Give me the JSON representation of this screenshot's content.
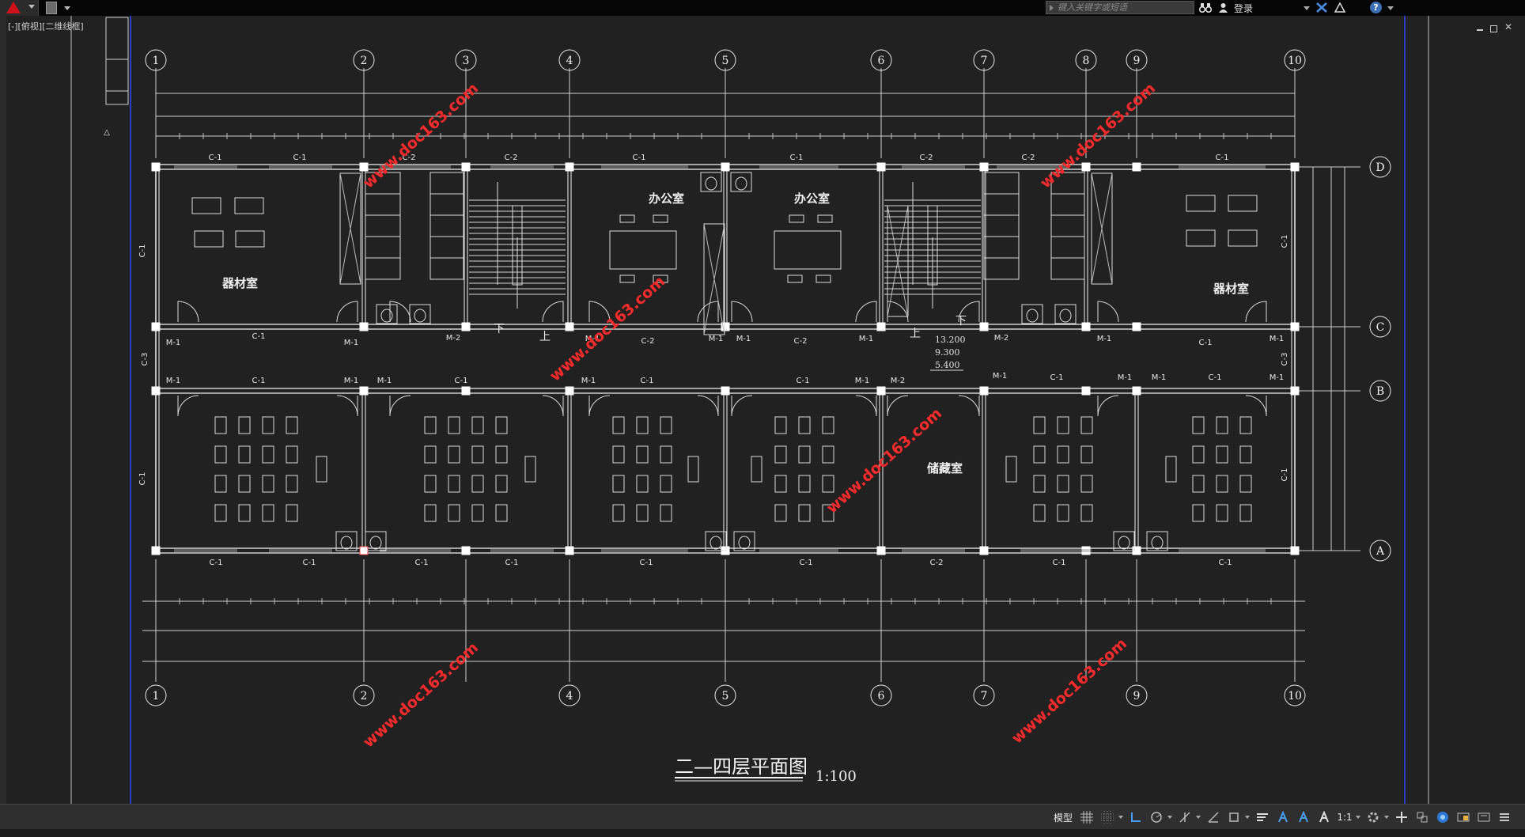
{
  "app": {
    "search_placeholder": "键入关键字或短语",
    "login_label": "登录",
    "help_label": "?",
    "viewport_label": "[-][俯视][二维线框]",
    "accent_color": "#d0111b"
  },
  "drawing": {
    "title": "二—四层平面图",
    "scale": "1:100",
    "axis_cols": [
      "1",
      "2",
      "3",
      "4",
      "5",
      "6",
      "7",
      "8",
      "9",
      "10"
    ],
    "axis_cols_bottom": [
      "1",
      "2",
      "4",
      "5",
      "6",
      "7",
      "9",
      "10"
    ],
    "axis_rows": [
      "D",
      "C",
      "B",
      "A"
    ],
    "rooms": {
      "equip_left": "器材室",
      "equip_right": "器材室",
      "office_1": "办公室",
      "office_2": "办公室",
      "storage": "储藏室"
    },
    "stair": {
      "down": "下",
      "up": "上"
    },
    "elevations": [
      "13.200",
      "9.300",
      "5.400"
    ],
    "watermark": "www.doc163.com",
    "labels": {
      "c1": "C-1",
      "c2": "C-2",
      "c3": "C-3",
      "m1": "M-1",
      "m2": "M-2"
    },
    "window_labels_top": [
      "C-1",
      "C-1",
      "C-2",
      "C-2",
      "C-1",
      "C-1",
      "C-2",
      "C-2",
      "C-1"
    ],
    "window_labels_corr_n": [
      "C-1",
      "C-2",
      "C-2",
      "C-1"
    ],
    "window_labels_corr_s": [
      "C-1",
      "C-1",
      "C-1",
      "C-1",
      "C-1",
      "C-1"
    ],
    "window_labels_bottom": [
      "C-1",
      "C-1",
      "C-1",
      "C-1",
      "C-1",
      "C-1",
      "C-2",
      "C-1",
      "C-1"
    ]
  },
  "statusbar": {
    "model_tab": "模型",
    "scale_value": "1:1"
  }
}
